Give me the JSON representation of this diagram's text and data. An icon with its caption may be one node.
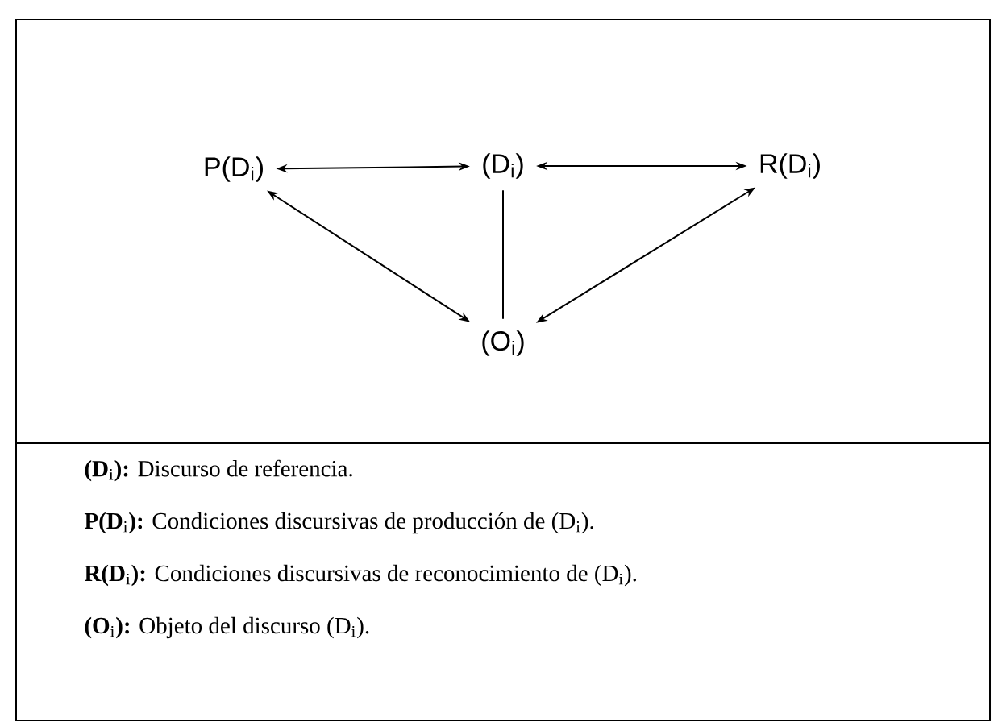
{
  "diagram": {
    "nodes": [
      {
        "text": [
          "P(D$_{i}$)"
        ]
      },
      {
        "text": [
          "(D$_{i}$)"
        ]
      },
      {
        "text": [
          "R(D$_{i}$)"
        ]
      },
      {
        "text": [
          "(O$_{i}$)"
        ]
      }
    ],
    "edges": [
      {
        "from": 0,
        "to": 1,
        "arrow": "both"
      },
      {
        "from": 1,
        "to": 2,
        "arrow": "both"
      },
      {
        "from": 0,
        "to": 3,
        "arrow": "both"
      },
      {
        "from": 1,
        "to": 3,
        "arrow": "none"
      },
      {
        "from": 2,
        "to": 3,
        "arrow": "both"
      }
    ],
    "labels": [
      "**(D**$_{i}$**):** Discurso de referencia.",
      "**P(D**$_{i}$**):** Condiciones discursivas de producción de (D$_{i}$).",
      "**R(D**$_{i}$**):** Condiciones discursivas de reconocimiento de (D$_{i}$).",
      "**(O**$_{i}$**):** Objeto del discurso (D$_{i}$)."
    ]
  }
}
